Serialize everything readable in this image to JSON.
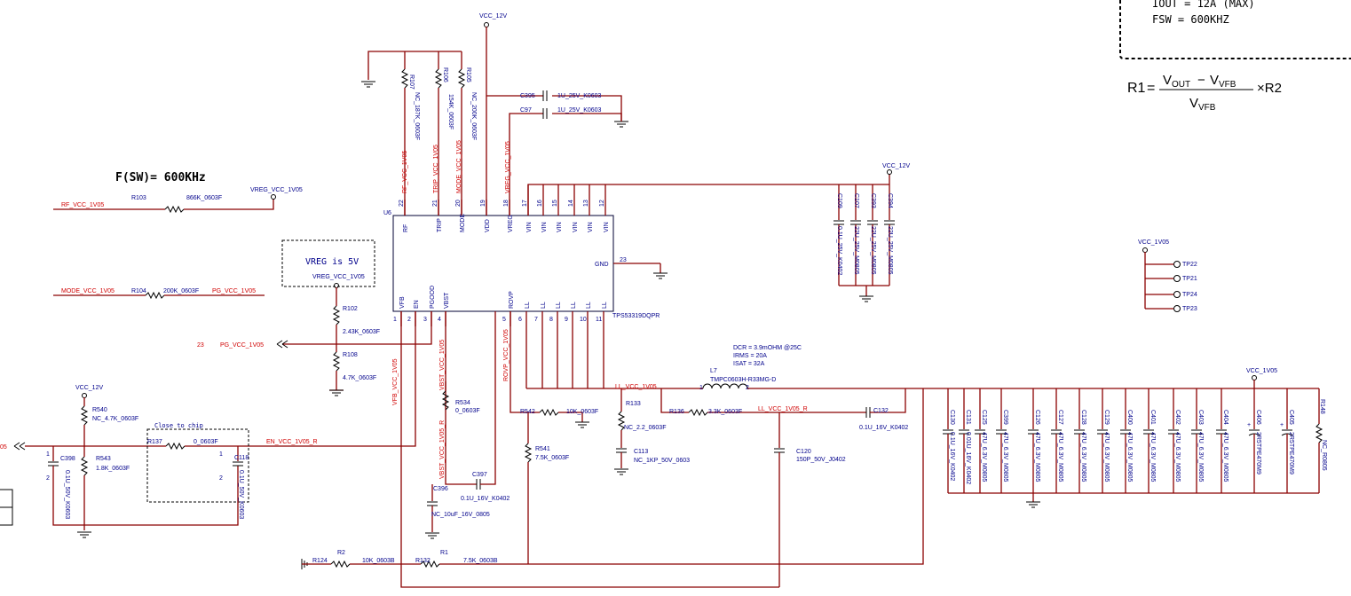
{
  "notes": {
    "iout": "IOUT = 12A (MAX)",
    "fsw": "FSW = 600KHZ",
    "fsw_title": "F(SW)= 600KHz",
    "vreg_note": "VREG is 5V",
    "close_to_chip": "Close to chip",
    "inductor_specs": [
      "DCR = 3.9mOHM @25C",
      "IRMS = 20A",
      "ISAT = 32A"
    ]
  },
  "formula": {
    "lhs": "R1",
    "eq": "=",
    "num_a": "V",
    "num_a_sub": "OUT",
    "minus": "−",
    "num_b": "V",
    "num_b_sub": "VFB",
    "den": "V",
    "den_sub": "VFB",
    "rhs": "×R2"
  },
  "ic": {
    "ref": "U6",
    "part": "TPS53319DQPR",
    "top_pins": [
      {
        "num": "22",
        "name": "RF"
      },
      {
        "num": "21",
        "name": "TRIP"
      },
      {
        "num": "20",
        "name": "MODE"
      },
      {
        "num": "19",
        "name": "VDD"
      },
      {
        "num": "18",
        "name": "VREG"
      },
      {
        "num": "17",
        "name": "VIN"
      },
      {
        "num": "16",
        "name": "VIN"
      },
      {
        "num": "15",
        "name": "VIN"
      },
      {
        "num": "14",
        "name": "VIN"
      },
      {
        "num": "13",
        "name": "VIN"
      },
      {
        "num": "12",
        "name": "VIN"
      }
    ],
    "bottom_pins": [
      {
        "num": "1",
        "name": "VFB"
      },
      {
        "num": "2",
        "name": "EN"
      },
      {
        "num": "3",
        "name": "PGOOD"
      },
      {
        "num": "4",
        "name": "VBST"
      },
      {
        "num": "5",
        "name": "ROVP"
      },
      {
        "num": "6",
        "name": "LL"
      },
      {
        "num": "7",
        "name": "LL"
      },
      {
        "num": "8",
        "name": "LL"
      },
      {
        "num": "9",
        "name": "LL"
      },
      {
        "num": "10",
        "name": "LL"
      },
      {
        "num": "11",
        "name": "LL"
      }
    ],
    "gnd_pin": {
      "num": "23",
      "name": "GND"
    }
  },
  "nets": {
    "vcc_12v": "VCC_12V",
    "vcc_1v05": "VCC_1V05",
    "rf": "RF_VCC_1V05",
    "trip": "TRIP_VCC_1V05",
    "mode": "MODE_VCC_1V05",
    "vreg": "VREG_VCC_1V05",
    "pg": "PG_VCC_1V05",
    "pg_page": "23",
    "vfb": "VFB_VCC_1V05",
    "vbst": "VBST_VCC_1V05",
    "vbst_r": "VBST_VCC_1V05_R",
    "rovp": "ROVP_VCC_1V05",
    "en_r": "EN_VCC_1V05_R",
    "ll": "LL_VCC_1V05",
    "ll_r": "LL_VCC_1V05_R",
    "en_left": "05"
  },
  "components": {
    "R107": {
      "ref": "R107",
      "val": "NC_187K_0603F"
    },
    "R106": {
      "ref": "R106",
      "val": "154K_0603F"
    },
    "R105": {
      "ref": "R105",
      "val": "NC_200K_0603F"
    },
    "C395": {
      "ref": "C395",
      "val": "1U_25V_K0603"
    },
    "C97": {
      "ref": "C97",
      "val": "1U_25V_K0603"
    },
    "R103": {
      "ref": "R103",
      "val": "866K_0603F"
    },
    "R104": {
      "ref": "R104",
      "val": "200K_0603F"
    },
    "R102": {
      "ref": "R102",
      "val": "2.43K_0603F"
    },
    "R108": {
      "ref": "R108",
      "val": "4.7K_0603F"
    },
    "R540": {
      "ref": "R540",
      "val": "NC_4.7K_0603F"
    },
    "R543": {
      "ref": "R543",
      "val": "1.8K_0603F"
    },
    "R137": {
      "ref": "R137",
      "val": "0_0603F"
    },
    "C398": {
      "ref": "C398",
      "val": "0.1U_50V_K0603"
    },
    "C118": {
      "ref": "C118",
      "val": "0.1U_50V_K0603"
    },
    "R534": {
      "ref": "R534",
      "val": "0_0603F"
    },
    "C397": {
      "ref": "C397",
      "val": "0.1U_16V_K0402"
    },
    "C396": {
      "ref": "C396",
      "val": "NC_10uF_16V_0805"
    },
    "R542": {
      "ref": "R542",
      "val": "10K_0603F"
    },
    "R541": {
      "ref": "R541",
      "val": "7.5K_0603F"
    },
    "R133": {
      "ref": "R133",
      "val": "NC_2.2_0603F"
    },
    "C113": {
      "ref": "C113",
      "val": "NC_1KP_50V_0603"
    },
    "R136": {
      "ref": "R136",
      "val": "3.3K_0603F"
    },
    "C132": {
      "ref": "C132",
      "val": "0.1U_16V_K0402"
    },
    "C120": {
      "ref": "C120",
      "val": "150P_50V_J0402"
    },
    "L7": {
      "ref": "L7",
      "val": "TMPC0603H-R33MG-D",
      "p1": "1",
      "p2": "2"
    },
    "R124": {
      "ref": "R124",
      "val": "10K_0603B",
      "alias": "R2"
    },
    "R132": {
      "ref": "R132",
      "val": "7.5K_0603B",
      "alias": "R1"
    },
    "R148": {
      "ref": "R148",
      "val": "NC_R0805"
    },
    "C109": {
      "ref": "C109",
      "val": "0.1U_25V_K0402"
    },
    "C107": {
      "ref": "C107",
      "val": "22U_25V_M0805"
    },
    "C393": {
      "ref": "C393",
      "val": "22U_25V_M0805"
    },
    "C394": {
      "ref": "C394",
      "val": "22U_25V_M0805"
    }
  },
  "out_caps": [
    {
      "ref": "C130",
      "val": "0.1U_16V_K0402"
    },
    {
      "ref": "C131",
      "val": "0.01U_16V_K0402"
    },
    {
      "ref": "C125",
      "val": "47U_6.3V_M0805"
    },
    {
      "ref": "C399",
      "val": "47U_6.3V_M0805"
    },
    {
      "ref": "C126",
      "val": "47U_6.3V_M0805"
    },
    {
      "ref": "C127",
      "val": "47U_6.3V_M0805"
    },
    {
      "ref": "C128",
      "val": "47U_6.3V_M0805"
    },
    {
      "ref": "C129",
      "val": "47U_6.3V_M0805"
    },
    {
      "ref": "C400",
      "val": "47U_6.3V_M0805"
    },
    {
      "ref": "C401",
      "val": "47U_6.3V_M0805"
    },
    {
      "ref": "C402",
      "val": "47U_6.3V_M0805"
    },
    {
      "ref": "C403",
      "val": "47U_6.3V_M0805"
    },
    {
      "ref": "C404",
      "val": "47U_6.3V_M0805"
    },
    {
      "ref": "C406",
      "val": "2R5TPE470M9"
    },
    {
      "ref": "C405",
      "val": "2R5TPE470M9"
    }
  ],
  "testpoints": [
    "TP22",
    "TP21",
    "TP24",
    "TP23"
  ],
  "pin_numbers": {
    "cap_plus": "1",
    "cap_minus": "2",
    "plus": "+"
  }
}
